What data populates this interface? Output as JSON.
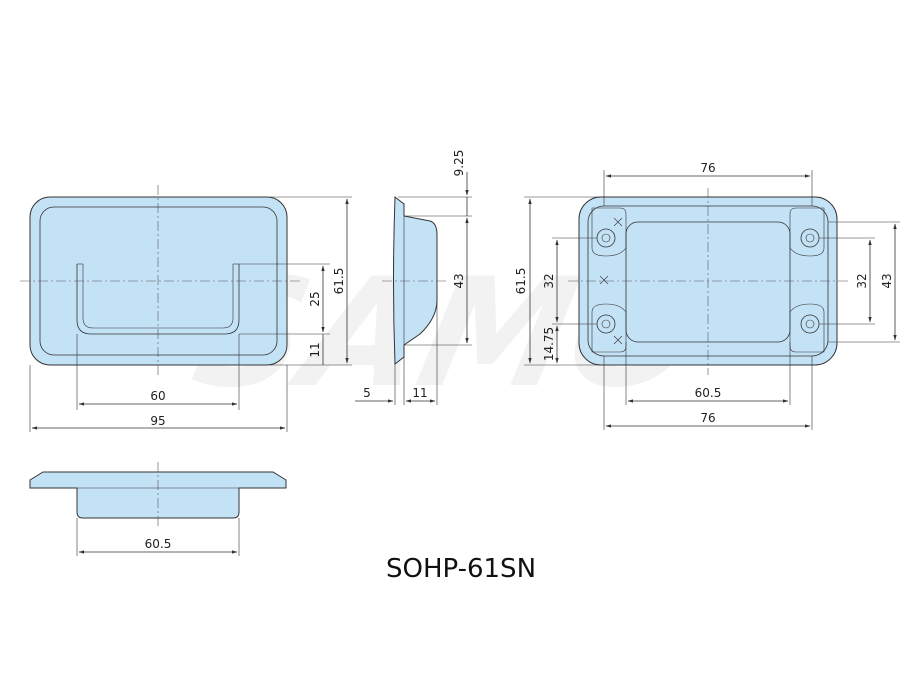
{
  "title": "SOHP-61SN",
  "watermark": "SAMO",
  "colors": {
    "part_fill": "#c4e2f6",
    "line": "#333333",
    "background": "#ffffff"
  },
  "front_view": {
    "dims": {
      "width_total": "95",
      "handle_width": "60",
      "height": "61.5",
      "handle_height": "25",
      "offset": "11"
    }
  },
  "side_view": {
    "dims": {
      "top": "9.25",
      "height": "43",
      "flange": "5",
      "depth": "11"
    }
  },
  "back_view": {
    "dims": {
      "top_width": "76",
      "bottom_outer_width": "76",
      "hole_pitch_x": "60.5",
      "height": "61.5",
      "hole_pitch_y_left": "32",
      "hole_pitch_y_right": "32",
      "inner_height": "43",
      "hole_offset": "14.75"
    }
  },
  "bottom_view": {
    "dims": {
      "width": "60.5"
    }
  }
}
